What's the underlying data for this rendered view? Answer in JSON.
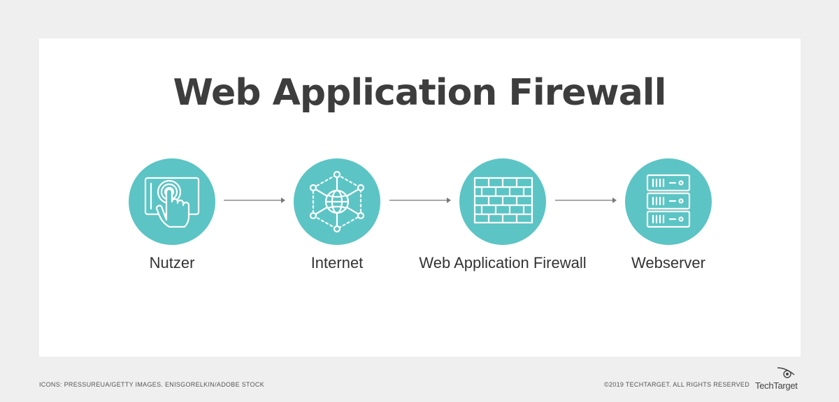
{
  "title": "Web Application Firewall",
  "nodes": [
    {
      "label": "Nutzer",
      "icon": "touch-screen-icon"
    },
    {
      "label": "Internet",
      "icon": "globe-network-icon"
    },
    {
      "label": "Web Application Firewall",
      "icon": "brick-wall-icon"
    },
    {
      "label": "Webserver",
      "icon": "server-rack-icon"
    }
  ],
  "footer": {
    "credits": "ICONS: PRESSUREUA/GETTY IMAGES. ENISGORELKIN/ADOBE STOCK",
    "copyright": "©2019 TECHTARGET. ALL RIGHTS RESERVED",
    "logo": "TechTarget"
  },
  "colors": {
    "accent": "#5cc4c4",
    "title": "#3d3d3d",
    "background": "#efefef"
  }
}
